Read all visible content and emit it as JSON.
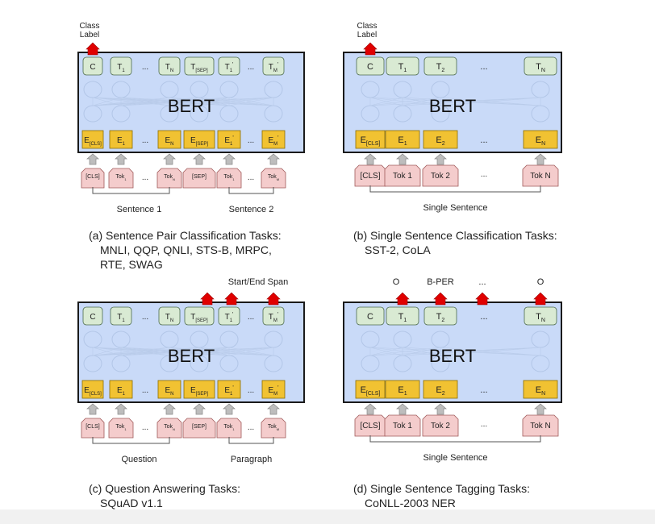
{
  "panels": [
    {
      "id": "a",
      "model_label": "BERT",
      "top_labels": [
        "Class Label"
      ],
      "outputs": [
        {
          "main": "C",
          "sub": ""
        },
        {
          "main": "T",
          "sub": "1"
        },
        {
          "main": "...",
          "sub": ""
        },
        {
          "main": "T",
          "sub": "N"
        },
        {
          "main": "T",
          "sub": "[SEP]"
        },
        {
          "main": "T",
          "sub": "1",
          "sup": "'"
        },
        {
          "main": "...",
          "sub": ""
        },
        {
          "main": "T",
          "sub": "M",
          "sup": "'"
        }
      ],
      "embeddings": [
        {
          "main": "E",
          "sub": "[CLS]"
        },
        {
          "main": "E",
          "sub": "1"
        },
        {
          "main": "...",
          "sub": ""
        },
        {
          "main": "E",
          "sub": "N"
        },
        {
          "main": "E",
          "sub": "[SEP]"
        },
        {
          "main": "E",
          "sub": "1",
          "sup": "'"
        },
        {
          "main": "...",
          "sub": ""
        },
        {
          "main": "E",
          "sub": "M",
          "sup": "'"
        }
      ],
      "tokens": [
        {
          "main": "[CLS]",
          "sub": ""
        },
        {
          "main": "Tok",
          "sub": "1"
        },
        {
          "main": "...",
          "sub": ""
        },
        {
          "main": "Tok",
          "sub": "N"
        },
        {
          "main": "[SEP]",
          "sub": ""
        },
        {
          "main": "Tok",
          "sub": "1"
        },
        {
          "main": "...",
          "sub": ""
        },
        {
          "main": "Tok",
          "sub": "M"
        }
      ],
      "groups": [
        "Sentence 1",
        "Sentence 2"
      ],
      "caption": [
        "(a) Sentence Pair Classification Tasks:",
        "MNLI, QQP, QNLI, STS-B, MRPC,",
        "RTE, SWAG"
      ]
    },
    {
      "id": "b",
      "model_label": "BERT",
      "top_labels": [
        "Class Label"
      ],
      "outputs": [
        {
          "main": "C",
          "sub": ""
        },
        {
          "main": "T",
          "sub": "1"
        },
        {
          "main": "T",
          "sub": "2"
        },
        {
          "main": "...",
          "sub": ""
        },
        {
          "main": "T",
          "sub": "N"
        }
      ],
      "embeddings": [
        {
          "main": "E",
          "sub": "[CLS]"
        },
        {
          "main": "E",
          "sub": "1"
        },
        {
          "main": "E",
          "sub": "2"
        },
        {
          "main": "...",
          "sub": ""
        },
        {
          "main": "E",
          "sub": "N"
        }
      ],
      "tokens": [
        {
          "main": "[CLS]",
          "sub": ""
        },
        {
          "main": "Tok 1",
          "sub": ""
        },
        {
          "main": "Tok 2",
          "sub": ""
        },
        {
          "main": "...",
          "sub": ""
        },
        {
          "main": "Tok N",
          "sub": ""
        }
      ],
      "groups": [
        "Single Sentence"
      ],
      "caption": [
        "(b) Single Sentence Classification Tasks:",
        "SST-2, CoLA"
      ]
    },
    {
      "id": "c",
      "model_label": "BERT",
      "top_labels": [
        "Start/End Span"
      ],
      "outputs": [
        {
          "main": "C",
          "sub": ""
        },
        {
          "main": "T",
          "sub": "1"
        },
        {
          "main": "...",
          "sub": ""
        },
        {
          "main": "T",
          "sub": "N"
        },
        {
          "main": "T",
          "sub": "[SEP]"
        },
        {
          "main": "T",
          "sub": "1",
          "sup": "'"
        },
        {
          "main": "...",
          "sub": ""
        },
        {
          "main": "T",
          "sub": "M",
          "sup": "'"
        }
      ],
      "embeddings": [
        {
          "main": "E",
          "sub": "[CLS]"
        },
        {
          "main": "E",
          "sub": "1"
        },
        {
          "main": "...",
          "sub": ""
        },
        {
          "main": "E",
          "sub": "N"
        },
        {
          "main": "E",
          "sub": "[SEP]"
        },
        {
          "main": "E",
          "sub": "1",
          "sup": "'"
        },
        {
          "main": "...",
          "sub": ""
        },
        {
          "main": "E",
          "sub": "M",
          "sup": "'"
        }
      ],
      "tokens": [
        {
          "main": "[CLS]",
          "sub": ""
        },
        {
          "main": "Tok",
          "sub": "1"
        },
        {
          "main": "...",
          "sub": ""
        },
        {
          "main": "Tok",
          "sub": "N"
        },
        {
          "main": "[SEP]",
          "sub": ""
        },
        {
          "main": "Tok",
          "sub": "1"
        },
        {
          "main": "...",
          "sub": ""
        },
        {
          "main": "Tok",
          "sub": "M"
        }
      ],
      "groups": [
        "Question",
        "Paragraph"
      ],
      "caption": [
        "(c) Question Answering Tasks:",
        "SQuAD v1.1"
      ]
    },
    {
      "id": "d",
      "model_label": "BERT",
      "top_labels": [
        "O",
        "B-PER",
        "...",
        "O"
      ],
      "outputs": [
        {
          "main": "C",
          "sub": ""
        },
        {
          "main": "T",
          "sub": "1"
        },
        {
          "main": "T",
          "sub": "2"
        },
        {
          "main": "...",
          "sub": ""
        },
        {
          "main": "T",
          "sub": "N"
        }
      ],
      "embeddings": [
        {
          "main": "E",
          "sub": "[CLS]"
        },
        {
          "main": "E",
          "sub": "1"
        },
        {
          "main": "E",
          "sub": "2"
        },
        {
          "main": "...",
          "sub": ""
        },
        {
          "main": "E",
          "sub": "N"
        }
      ],
      "tokens": [
        {
          "main": "[CLS]",
          "sub": ""
        },
        {
          "main": "Tok 1",
          "sub": ""
        },
        {
          "main": "Tok 2",
          "sub": ""
        },
        {
          "main": "...",
          "sub": ""
        },
        {
          "main": "Tok N",
          "sub": ""
        }
      ],
      "groups": [
        "Single Sentence"
      ],
      "caption": [
        "(d) Single Sentence Tagging Tasks:",
        "CoNLL-2003 NER"
      ]
    }
  ],
  "colors": {
    "bert_fill": "#c9daf8",
    "bert_border": "#1a1a1a",
    "output_fill": "#d9ead3",
    "embedding_fill": "#f1c232",
    "token_fill": "#f4cccc",
    "arrow_red": "#e00000",
    "arrow_gray": "#bdbdbd"
  }
}
